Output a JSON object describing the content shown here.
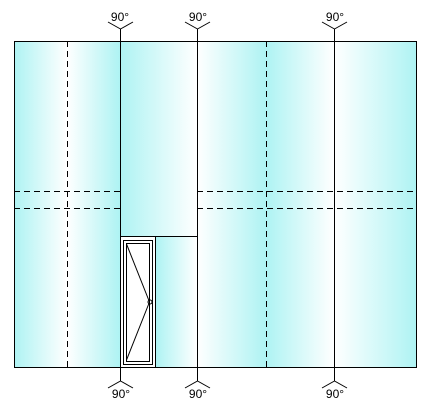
{
  "drawing": {
    "top_angle_markers": [
      {
        "label": "90°"
      },
      {
        "label": "90°"
      },
      {
        "label": "90°"
      }
    ],
    "bottom_angle_markers": [
      {
        "label": "90°"
      },
      {
        "label": "90°"
      },
      {
        "label": "90°"
      }
    ],
    "colors": {
      "glass_light": "#ffffff",
      "glass_tint": "#aef3f3",
      "line": "#000000"
    }
  }
}
